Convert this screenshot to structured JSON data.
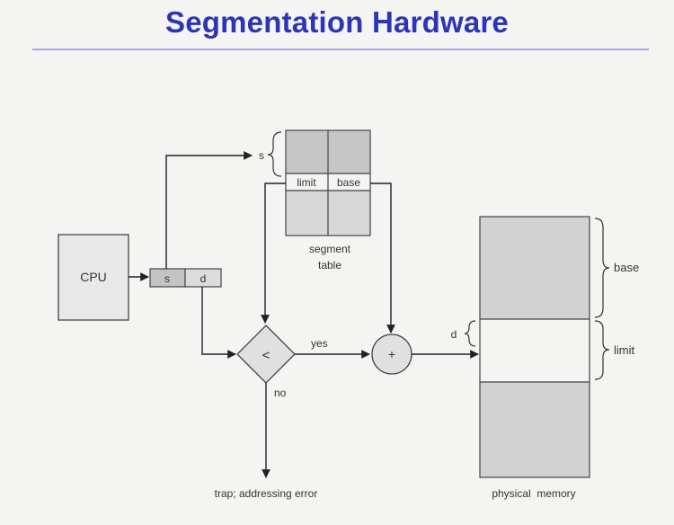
{
  "title": "Segmentation Hardware",
  "diagram": {
    "cpu_label": "CPU",
    "address_s": "s",
    "address_d": "d",
    "selector_s": "s",
    "limit_label": "limit",
    "base_label": "base",
    "segment_table_line1": "segment",
    "segment_table_line2": "table",
    "compare_symbol": "<",
    "yes_label": "yes",
    "no_label": "no",
    "adder_symbol": "+",
    "trap_label": "trap; addressing error",
    "memory_d": "d",
    "memory_base": "base",
    "memory_limit": "limit",
    "physical_memory_label": "physical  memory"
  }
}
